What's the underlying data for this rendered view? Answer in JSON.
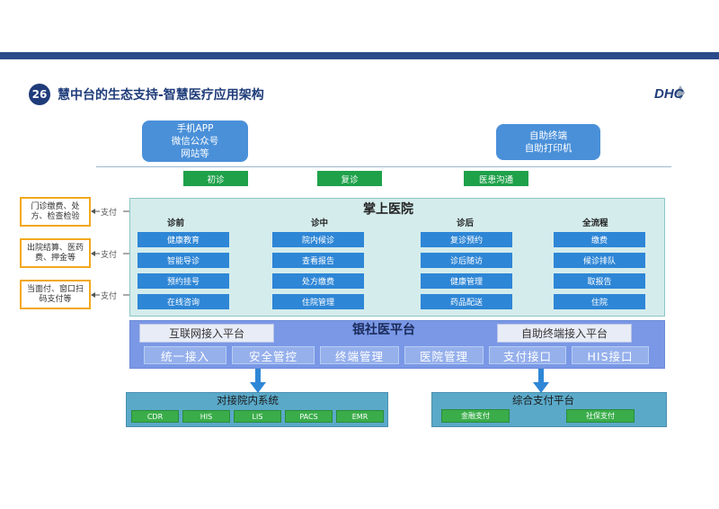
{
  "slide": {
    "number": "26",
    "title": "慧中台的生态支持-智慧医疗应用架构",
    "logo": "DHC"
  },
  "channels": {
    "left": [
      "手机APP",
      "微信公众号",
      "网站等"
    ],
    "right": [
      "自助终端",
      "自助打印机"
    ]
  },
  "stage_tags": [
    "初诊",
    "复诊",
    "医患沟通"
  ],
  "side_boxes": [
    {
      "text": "门诊缴费、处方、检查检验",
      "arrow": "支付"
    },
    {
      "text": "出院结算、医药费、押金等",
      "arrow": "支付"
    },
    {
      "text": "当面付、窗口扫码支付等",
      "arrow": "支付"
    }
  ],
  "main": {
    "title": "掌上医院",
    "columns": [
      {
        "header": "诊前",
        "items": [
          "健康教育",
          "智能导诊",
          "预约挂号",
          "在线咨询"
        ]
      },
      {
        "header": "诊中",
        "items": [
          "院内候诊",
          "查看报告",
          "处方缴费",
          "住院管理"
        ]
      },
      {
        "header": "诊后",
        "items": [
          "复诊预约",
          "诊后随访",
          "健康管理",
          "药品配送"
        ]
      },
      {
        "header": "全流程",
        "items": [
          "缴费",
          "候诊排队",
          "取报告",
          "住院"
        ]
      }
    ]
  },
  "platform": {
    "title": "银社医平台",
    "left_box": "互联网接入平台",
    "right_box": "自助终端接入平台",
    "items": [
      "统一接入",
      "安全管控",
      "终端管理",
      "医院管理",
      "支付接口",
      "HIS接口"
    ]
  },
  "bottom_left": {
    "title": "对接院内系统",
    "systems": [
      "CDR",
      "HIS",
      "LIS",
      "PACS",
      "EMR"
    ]
  },
  "bottom_right": {
    "title": "综合支付平台",
    "systems": [
      "金融支付",
      "社保支付"
    ]
  },
  "colors": {
    "title": "#1f3c7a",
    "top_bar": "#2b4a8a",
    "channel": "#4a90d9",
    "tag": "#1fa14a",
    "side_border": "#f2a81d",
    "main_bg": "#d4ecec",
    "service": "#2e86d6",
    "platform_bg": "#7a98e6",
    "bottom_bg": "#5aa9c9",
    "system": "#3aad4a",
    "arrow": "#2e86d6"
  }
}
